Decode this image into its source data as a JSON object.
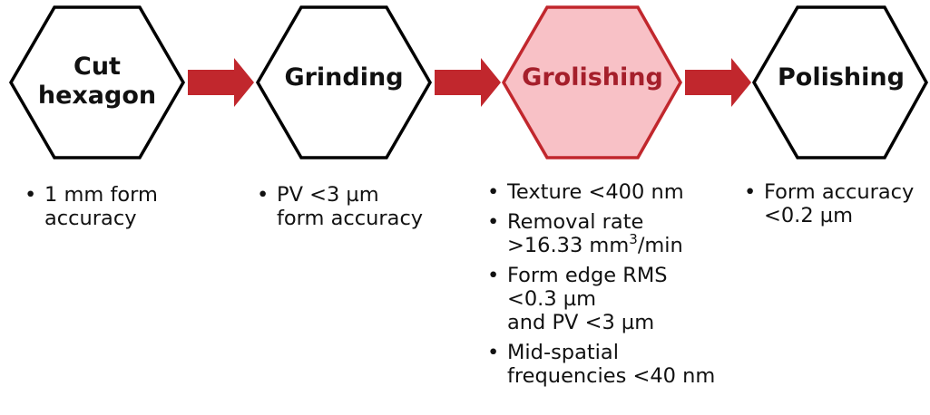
{
  "colors": {
    "arrow": "#c1272d",
    "hex_stroke": "#000000",
    "active_fill": "#f8c1c6",
    "active_stroke": "#c1272d",
    "active_text": "#a51f2b"
  },
  "steps": [
    {
      "label": "Cut\nhexagon",
      "active": false,
      "bullets": [
        "1 mm form\naccuracy"
      ]
    },
    {
      "label": "Grinding",
      "active": false,
      "bullets": [
        "PV <3 µm\nform accuracy"
      ]
    },
    {
      "label": "Grolishing",
      "active": true,
      "bullets": [
        "Texture <400 nm",
        {
          "line1": "Removal rate",
          "line2_pre": ">16.33 mm",
          "sup": "3",
          "line2_post": "/min"
        },
        "Form edge RMS\n<0.3 µm\nand PV <3 µm",
        "Mid-spatial\nfrequencies <40 nm"
      ]
    },
    {
      "label": "Polishing",
      "active": false,
      "bullets": [
        "Form accuracy\n<0.2 µm"
      ]
    }
  ]
}
